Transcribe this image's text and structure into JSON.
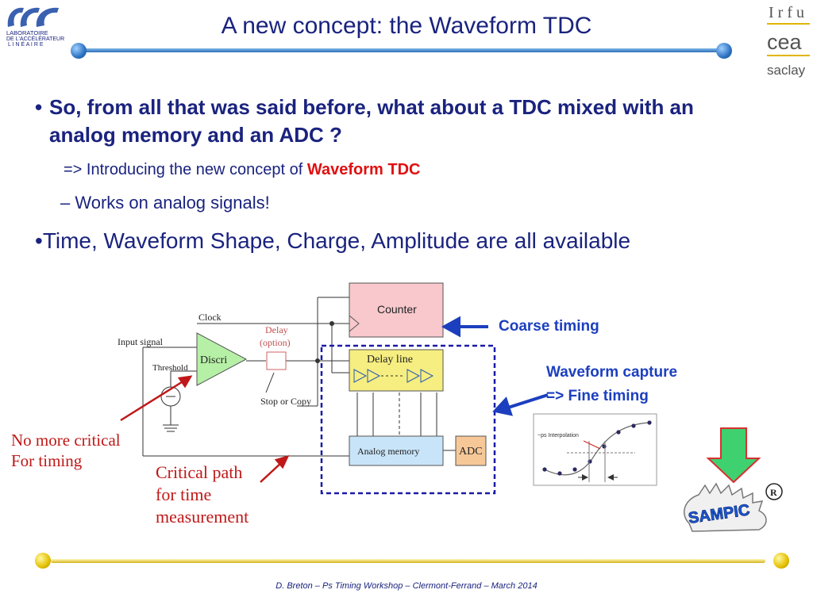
{
  "title": "A new concept: the Waveform TDC",
  "logos": {
    "lal_lines": [
      "LABORATOIRE",
      "DE L'ACCÉLÉRATEUR",
      "L I N É A I R E"
    ],
    "irfu": "Irfu",
    "cea": "cea",
    "saclay": "saclay"
  },
  "bullets": {
    "b1": "So, from all that was said before, what about a TDC mixed with an analog memory and an ADC ?",
    "b1_sub1_prefix": "=> Introducing the new concept of ",
    "b1_sub1_highlight": "Waveform TDC",
    "b1_sub2": "–  Works on analog signals!",
    "b2": "Time, Waveform Shape, Charge, Amplitude are all available"
  },
  "diagram": {
    "clock": "Clock",
    "input_signal": "Input signal",
    "threshold": "Threshold",
    "discri": "Discri",
    "delay_option_1": "Delay",
    "delay_option_2": "(option)",
    "stop_or_copy": "Stop or Copy",
    "counter": "Counter",
    "delay_line": "Delay line",
    "analog_memory": "Analog memory",
    "adc": "ADC",
    "ps_interpolation": "~ps Interpolation"
  },
  "annotations": {
    "coarse_timing": "Coarse timing",
    "waveform_capture": "Waveform capture",
    "fine_timing": "=> Fine timing",
    "no_more_critical_1": "No more critical",
    "no_more_critical_2": "For timing",
    "critical_path_1": "Critical path",
    "critical_path_2": "for time",
    "critical_path_3": "measurement"
  },
  "sampic": {
    "logo_text": "SAMPIC",
    "registered": "R"
  },
  "footer": "D. Breton –  Ps Timing Workshop –  Clermont-Ferrand – March 2014",
  "colors": {
    "title": "#1a237e",
    "highlight": "#e01010",
    "counter_fill": "#f8c8cc",
    "delay_fill": "#f6ee80",
    "memory_fill": "#c8e4f8",
    "adc_fill": "#f6c898",
    "discri_fill": "#b6f0a6",
    "dashed_box": "#1a1aa8",
    "annotation_blue": "#1c3fbf",
    "annotation_red": "#c01818",
    "green_arrow": "#3fd070"
  }
}
